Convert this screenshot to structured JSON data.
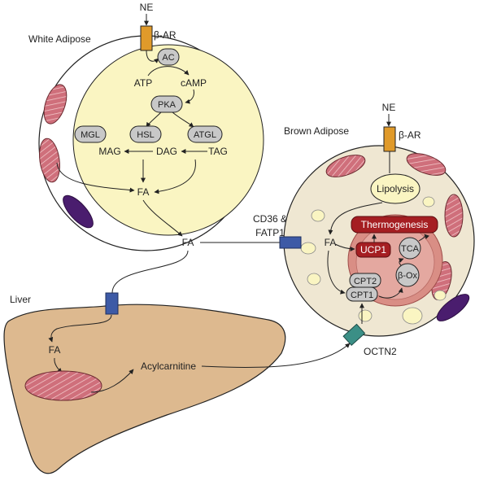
{
  "white_adipose": {
    "title": "White Adipose",
    "ne": "NE",
    "receptor": "β-AR",
    "ac": "AC",
    "atp": "ATP",
    "camp": "cAMP",
    "pka": "PKA",
    "mgl": "MGL",
    "hsl": "HSL",
    "atgl": "ATGL",
    "mag": "MAG",
    "dag": "DAG",
    "tag": "TAG",
    "fa": "FA"
  },
  "circulation": {
    "fa": "FA",
    "transporter": "CD36 &\nFATP1"
  },
  "brown_adipose": {
    "title": "Brown Adipose",
    "ne": "NE",
    "receptor": "β-AR",
    "lipolysis": "Lipolysis",
    "fa": "FA",
    "thermogenesis": "Thermogenesis",
    "ucp1": "UCP1",
    "tca": "TCA",
    "beta_ox": "β-Ox",
    "cpt2": "CPT2",
    "cpt1": "CPT1",
    "octn2": "OCTN2"
  },
  "liver": {
    "title": "Liver",
    "fa": "FA",
    "acylcarnitine": "Acylcarnitine"
  },
  "colors": {
    "adipose_fill": "#faf5c2",
    "brown_fill": "#efe7d2",
    "liver_fill": "#ddb98f",
    "mitochondria": "#cf6f7b",
    "mitochondria_brown": "#b8505c",
    "receptor_orange": "#e09a2a",
    "transporter_blue": "#3d5aa6",
    "octn2_teal": "#3b8f86",
    "enzyme_gray": "#c8c8c8",
    "nucleus_purple": "#4a1d6e",
    "thermogenesis_red": "#a51e22",
    "matrix_pink": "#e4a8a0"
  }
}
